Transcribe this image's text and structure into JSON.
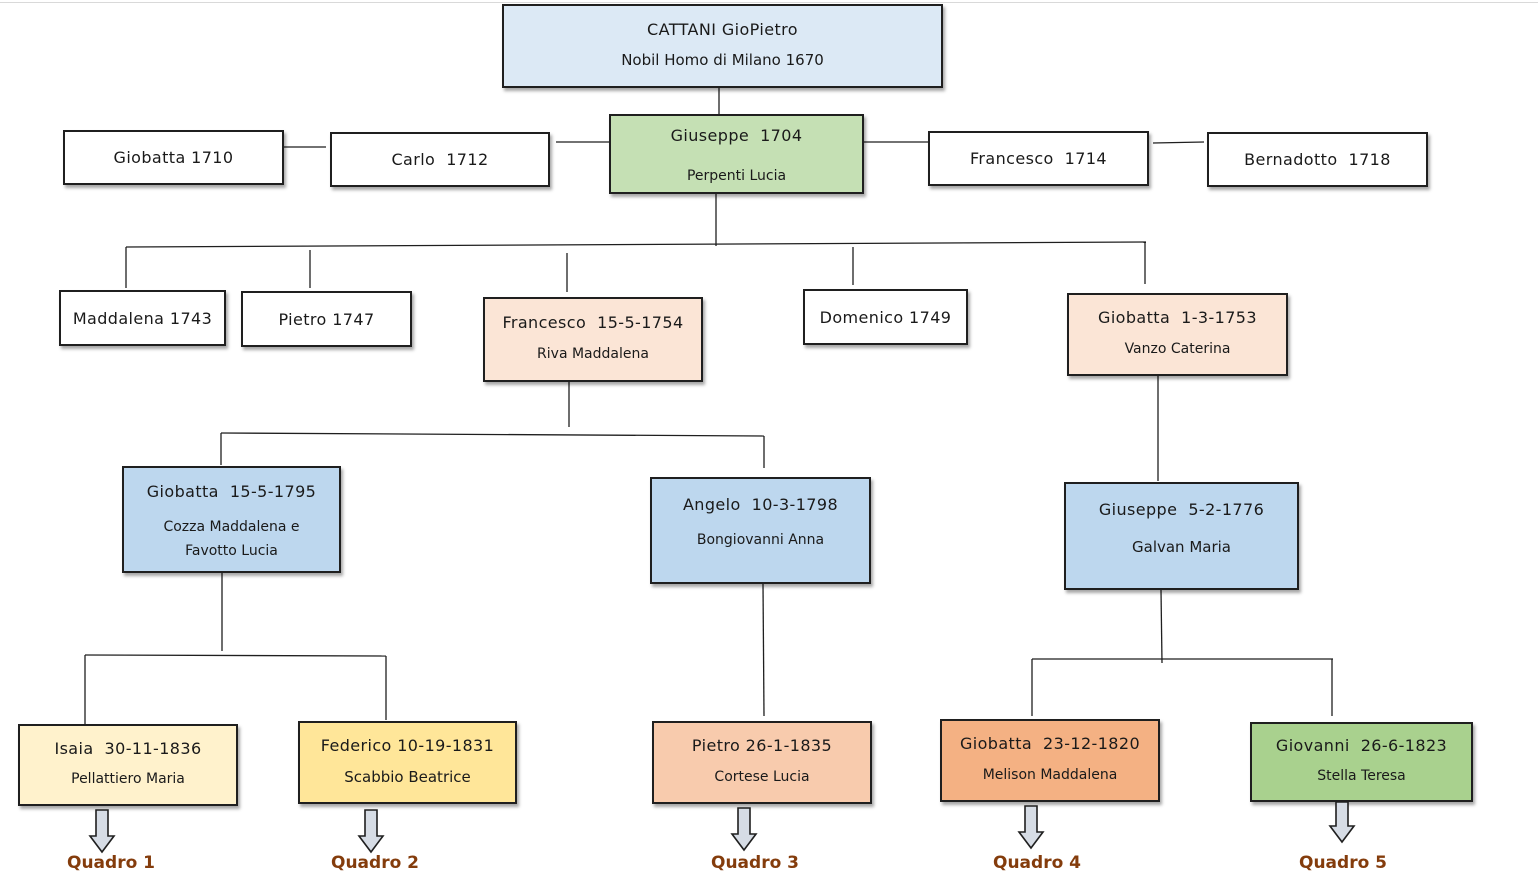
{
  "colors": {
    "light_blue": "#dce9f5",
    "blue": "#bdd7ee",
    "green": "#c5e0b4",
    "green_dark": "#a9d18e",
    "peach_light": "#fbe5d6",
    "peach": "#f8cbad",
    "orange": "#f4b183",
    "cream": "#fff2cc",
    "yellow": "#ffe699",
    "white": "#ffffff",
    "quadro_label": "#843c0c",
    "arrow_fill": "#d6dce5"
  },
  "nodes": {
    "root": {
      "name": "CATTANI GioPietro",
      "spouse": "Nobil Homo di  Milano 1670"
    },
    "giobatta_1710": {
      "name": "Giobatta 1710"
    },
    "carlo_1712": {
      "name": "Carlo  1712"
    },
    "giuseppe_1704": {
      "name": "Giuseppe  1704",
      "spouse": "Perpenti Lucia"
    },
    "francesco_1714": {
      "name": "Francesco  1714"
    },
    "bernadotto_1718": {
      "name": "Bernadotto  1718"
    },
    "maddalena_1743": {
      "name": "Maddalena 1743"
    },
    "pietro_1747": {
      "name": "Pietro 1747"
    },
    "francesco_1754": {
      "name": "Francesco  15-5-1754",
      "spouse": "Riva Maddalena"
    },
    "domenico_1749": {
      "name": "Domenico 1749"
    },
    "giobatta_1753": {
      "name": "Giobatta  1-3-1753",
      "spouse": "Vanzo Caterina"
    },
    "giobatta_1795": {
      "name": "Giobatta  15-5-1795",
      "spouse": "Cozza Maddalena e",
      "spouse2": "Favotto Lucia"
    },
    "angelo_1798": {
      "name": "Angelo  10-3-1798",
      "spouse": "Bongiovanni Anna"
    },
    "giuseppe_1776": {
      "name": "Giuseppe  5-2-1776",
      "spouse": "Galvan Maria"
    },
    "isaia_1836": {
      "name": "Isaia  30-11-1836",
      "spouse": "Pellattiero Maria"
    },
    "federico_1831": {
      "name": "Federico 10-19-1831",
      "spouse": "Scabbio Beatrice"
    },
    "pietro_1835": {
      "name": "Pietro 26-1-1835",
      "spouse": "Cortese Lucia"
    },
    "giobatta_1820": {
      "name": "Giobatta  23-12-1820",
      "spouse": "Melison Maddalena"
    },
    "giovanni_1823": {
      "name": "Giovanni  26-6-1823",
      "spouse": "Stella Teresa"
    }
  },
  "quadri": [
    {
      "label": "Quadro  1"
    },
    {
      "label": "Quadro 2"
    },
    {
      "label": "Quadro 3"
    },
    {
      "label": "Quadro 4"
    },
    {
      "label": "Quadro 5"
    }
  ]
}
